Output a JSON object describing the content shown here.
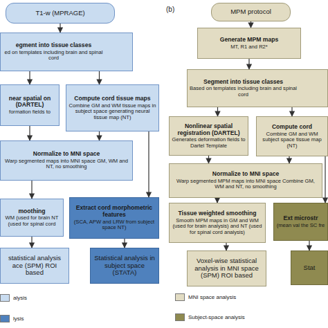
{
  "diagram": {
    "nodes": [
      {
        "text": [
          "T1-w (MPRAGE)"
        ]
      },
      {
        "text": [
          "egment into tissue classes",
          "ed on templates including brain and spinal cord"
        ]
      },
      {
        "text": [
          "near spatial on (DARTEL)",
          "formation fields to"
        ]
      },
      {
        "text": [
          "Compute cord tissue maps",
          "Combine GM and WM tissue maps in subject space generating neural tissue map (NT)"
        ]
      },
      {
        "text": [
          "Normalize to MNI space",
          "Warp segmented maps into MNI space GM, WM and NT, no smoothing"
        ]
      },
      {
        "text": [
          "moothing",
          "WM (used for brain NT (used for spinal cord"
        ]
      },
      {
        "text": [
          "Extract cord morphometric features",
          "(SCA, APW and LRW from subject space NT)"
        ]
      },
      {
        "text": [
          "statistical analysis ace (SPM) ROI based"
        ]
      },
      {
        "text": [
          "Statistical analysis in subject space (STATA)"
        ]
      },
      {
        "text": [
          "MPM protocol"
        ]
      },
      {
        "text": [
          "Generate MPM maps",
          "MT, R1 and R2*"
        ]
      },
      {
        "text": [
          "Segment into tissue classes",
          "Based on templates including brain and spinal cord"
        ]
      },
      {
        "text": [
          "Nonlinear spatial registration (DARTEL)",
          "Generates deformation fields to Dartel Template"
        ]
      },
      {
        "text": [
          "Compute cord",
          "Combine GM and WM subject space tissue map (NT)"
        ]
      },
      {
        "text": [
          "Normalize to MNI space",
          "Warp segmented MPM maps into MNI space Combine GM, WM and NT, no smoothing"
        ]
      },
      {
        "text": [
          "Tissue weighted smoothing",
          "Smooth MPM maps in GM and WM (used for brain analysis) and NT (used for spinal cord analysis)"
        ]
      },
      {
        "text": [
          "Ext microstr",
          "(mean val the SC fre"
        ]
      },
      {
        "text": [
          "Voxel-wise statistical analysis in MNI space (SPM) ROI based"
        ]
      },
      {
        "text": [
          "Stat"
        ]
      }
    ],
    "edges": [
      {
        "from": 0,
        "to": 1,
        "arrow": "to"
      },
      {
        "from": 1,
        "to": 2,
        "arrow": "to"
      },
      {
        "from": 1,
        "to": 3,
        "arrow": "to"
      },
      {
        "from": 2,
        "to": 4,
        "arrow": "to"
      },
      {
        "from": 3,
        "to": 4,
        "arrow": "to"
      },
      {
        "from": 3,
        "to": 6,
        "arrow": "to"
      },
      {
        "from": 4,
        "to": 5,
        "arrow": "to"
      },
      {
        "from": 5,
        "to": 7,
        "arrow": "to"
      },
      {
        "from": 6,
        "to": 8,
        "arrow": "to"
      },
      {
        "from": 9,
        "to": 10,
        "arrow": "to"
      },
      {
        "from": 10,
        "to": 11,
        "arrow": "to"
      },
      {
        "from": 11,
        "to": 12,
        "arrow": "to"
      },
      {
        "from": 11,
        "to": 13,
        "arrow": "to"
      },
      {
        "from": 12,
        "to": 14,
        "arrow": "to"
      },
      {
        "from": 13,
        "to": 14,
        "arrow": "to"
      },
      {
        "from": 14,
        "to": 15,
        "arrow": "to"
      },
      {
        "from": 13,
        "to": 16,
        "arrow": "to"
      },
      {
        "from": 15,
        "to": 17,
        "arrow": "to"
      },
      {
        "from": 16,
        "to": 18,
        "arrow": "to"
      }
    ],
    "labels": [
      "(b)"
    ],
    "legend": [
      {
        "text": "alysis",
        "color": "#c9dcf0"
      },
      {
        "text": "lysis",
        "color": "#4f81bd"
      },
      {
        "text": "MNI space analysis",
        "color": "#e2dcc3"
      },
      {
        "text": "Subject-space analysis",
        "color": "#8f8a50"
      }
    ]
  }
}
